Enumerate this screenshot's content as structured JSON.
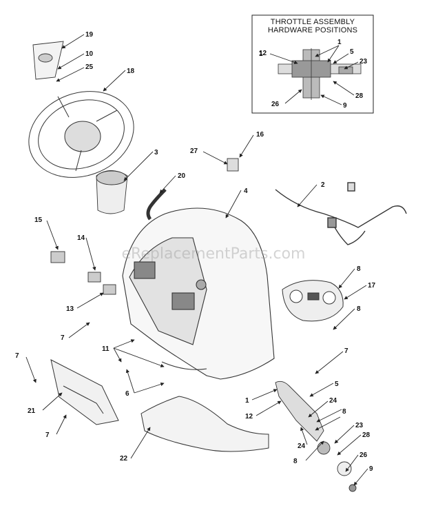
{
  "inset": {
    "title_line1": "THROTTLE ASSEMBLY",
    "title_line2": "HARDWARE POSITIONS",
    "callouts": [
      "1",
      "5",
      "12",
      "23",
      "26",
      "28",
      "9"
    ]
  },
  "watermark": "eReplacementParts.com",
  "callouts": [
    "19",
    "10",
    "25",
    "18",
    "3",
    "27",
    "16",
    "20",
    "4",
    "2",
    "15",
    "14",
    "13",
    "7",
    "11",
    "6",
    "7",
    "21",
    "7",
    "22",
    "8",
    "17",
    "8",
    "7",
    "5",
    "1",
    "12",
    "24",
    "8",
    "24",
    "8",
    "23",
    "28",
    "26",
    "9"
  ],
  "colors": {
    "line": "#222222",
    "background": "#ffffff"
  }
}
